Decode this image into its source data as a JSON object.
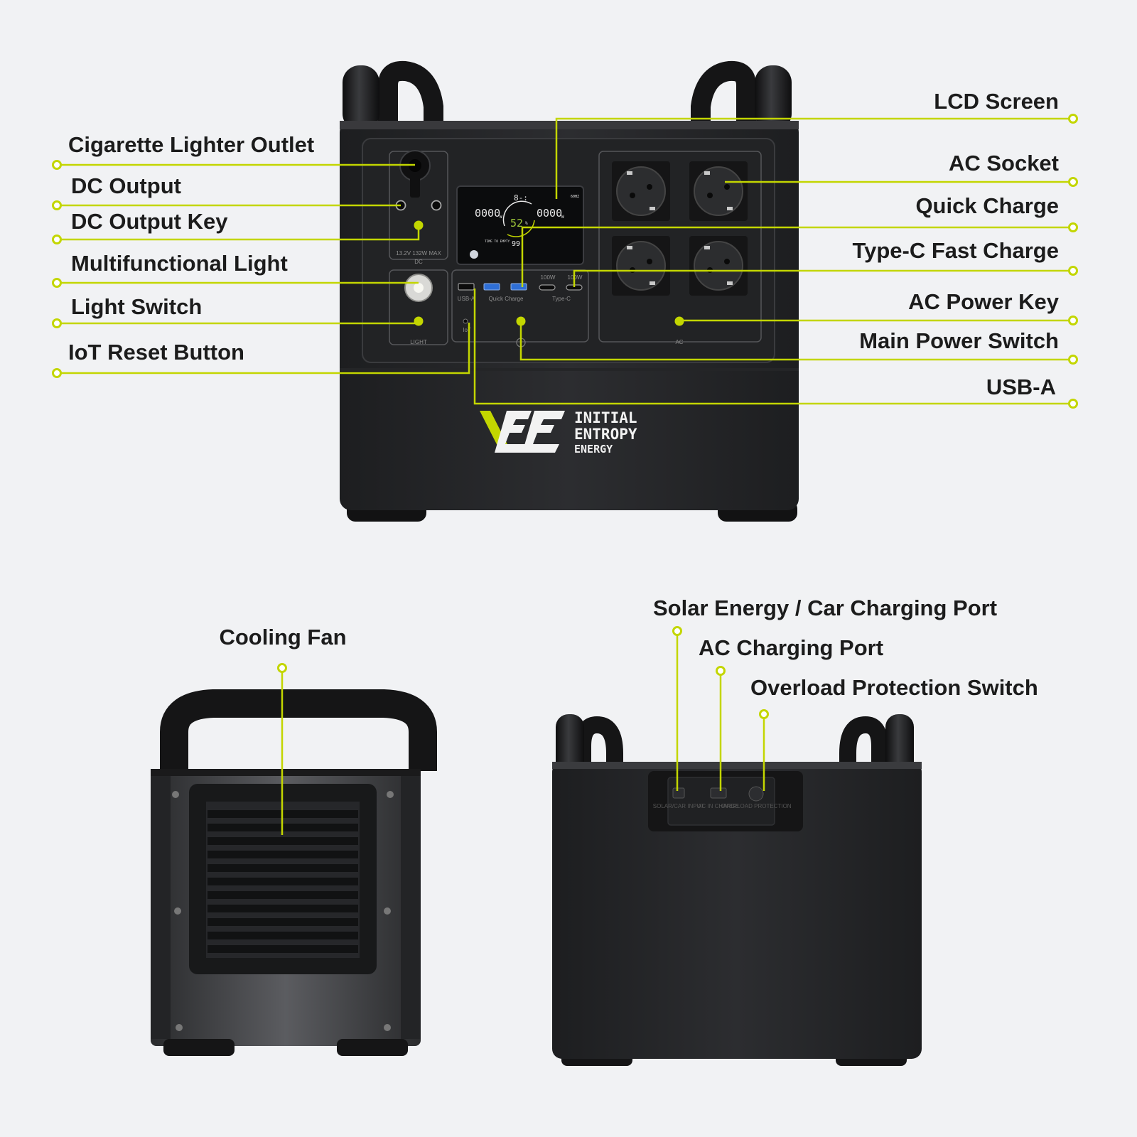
{
  "callouts": {
    "front_left": {
      "cigarette": "Cigarette Lighter Outlet",
      "dc_output": "DC Output",
      "dc_key": "DC Output Key",
      "light": "Multifunctional Light",
      "light_switch": "Light Switch",
      "iot_reset": "IoT Reset Button"
    },
    "front_right": {
      "lcd": "LCD Screen",
      "ac_socket": "AC Socket",
      "quick_charge": "Quick Charge",
      "typec": "Type-C Fast Charge",
      "ac_key": "AC Power Key",
      "main_switch": "Main Power Switch",
      "usba": "USB-A"
    },
    "side": {
      "cooling_fan": "Cooling Fan"
    },
    "back": {
      "solar": "Solar Energy / Car Charging Port",
      "ac_charging": "AC Charging Port",
      "overload": "Overload Protection Switch"
    }
  },
  "panel": {
    "dc_spec": "13.2V 132W MAX",
    "dc": "DC",
    "light": "LIGHT",
    "usba": "USB-A",
    "quick_charge": "Quick Charge",
    "c100a": "100W",
    "c100b": "100W",
    "typec": "Type-C",
    "iot": "IoT",
    "ac": "AC"
  },
  "lcd": {
    "top_icon": "8-:",
    "input_watts": "0000",
    "output_watts": "0000",
    "unit_w": "W",
    "percent": "52",
    "percent_sign": "%",
    "time_label": "TIME TO EMPTY",
    "time_value": "99",
    "corner": "60HZ"
  },
  "brand": {
    "line1": "INITIAL",
    "line2": "ENTROPY",
    "line3": "ENERGY"
  },
  "back_panel": {
    "port1": "SOLAR/CAR INPUT",
    "port2": "AC IN CHARGE",
    "port3": "OVERLOAD PROTECTION"
  },
  "colors": {
    "accent": "#c3d600",
    "body": "#2a2b2d",
    "background": "#f1f2f4"
  }
}
